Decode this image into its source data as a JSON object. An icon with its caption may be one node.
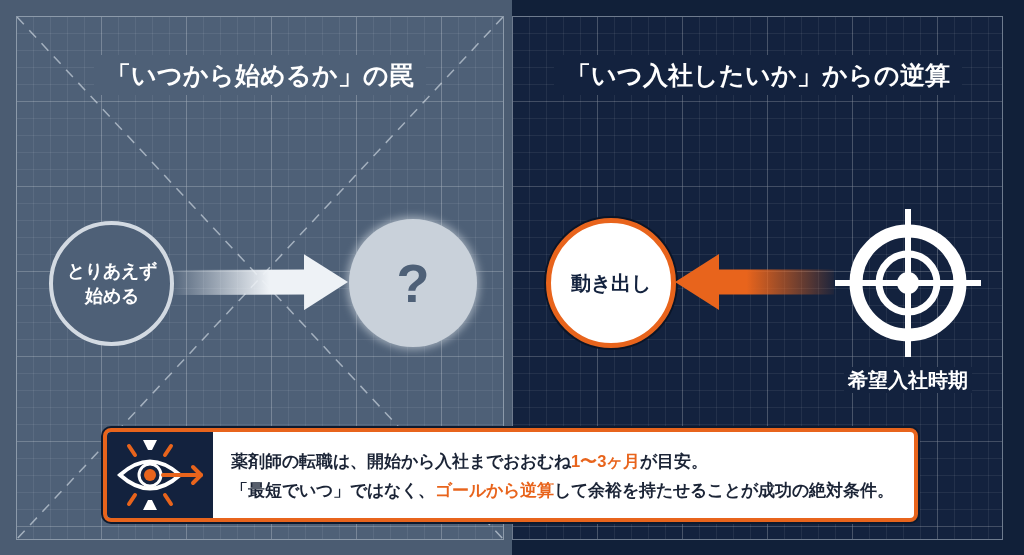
{
  "diagram": {
    "nodes": [
      {
        "text": [
          "「いつから始めるか」の罠"
        ]
      },
      {
        "text": [
          "とりあえず始める"
        ],
        "in": 0
      },
      {
        "text": [
          "?"
        ],
        "in": 0
      },
      {
        "text": [
          "「いつ入社したいか」からの逆算"
        ]
      },
      {
        "text": [
          "動き出し"
        ],
        "in": 3
      },
      {
        "text": [],
        "shape": "picture",
        "beside": [
          "希望入社時期"
        ],
        "in": 3
      },
      {
        "text": [
          "薬剤師の転職は、開始から入社までおおむね**1〜3ヶ月**が目安。",
          "「最短でいつ」ではなく、**ゴールから逆算**して余裕を持たせることが成功の絶対条件。"
        ]
      }
    ],
    "edges": [
      {
        "from": 1,
        "to": 2,
        "arrow": "to",
        "style": "thick",
        "color": "#eef2f6"
      },
      {
        "from": 5,
        "to": 4,
        "arrow": "to",
        "style": "thick",
        "color": "#e8641c"
      }
    ]
  }
}
